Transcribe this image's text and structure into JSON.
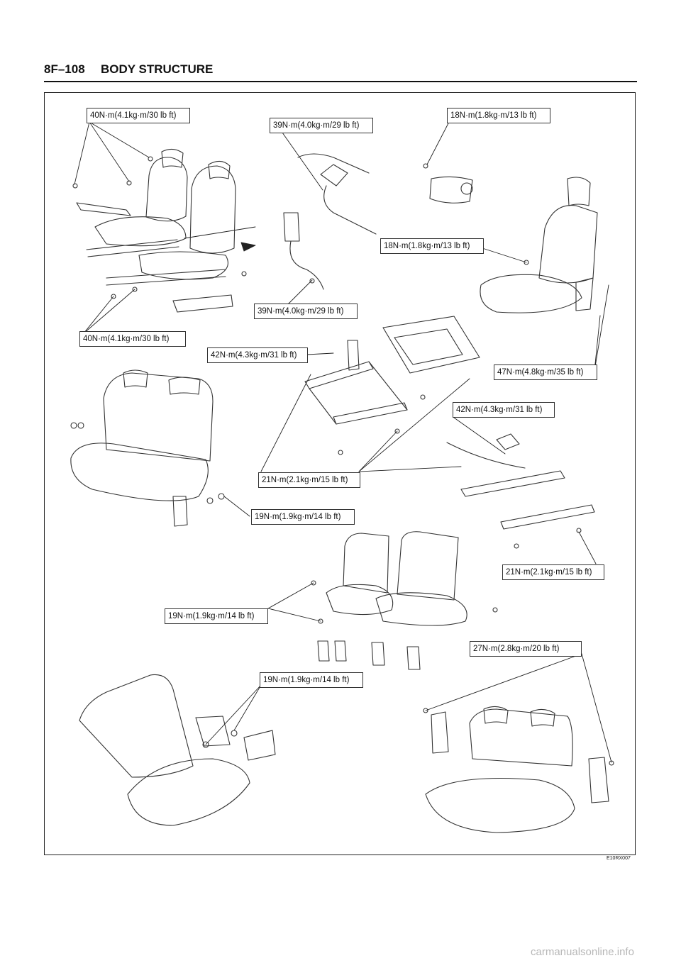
{
  "header": {
    "page_number": "8F–108",
    "section_title": "BODY STRUCTURE"
  },
  "torque_labels": [
    "40N·m(4.1kg·m/30 lb ft)",
    "39N·m(4.0kg·m/29 lb ft)",
    "18N·m(1.8kg·m/13 lb ft)",
    "18N·m(1.8kg·m/13 lb ft)",
    "39N·m(4.0kg·m/29 lb ft)",
    "40N·m(4.1kg·m/30 lb ft)",
    "42N·m(4.3kg·m/31 lb ft)",
    "47N·m(4.8kg·m/35 lb ft)",
    "42N·m(4.3kg·m/31 lb ft)",
    "21N·m(2.1kg·m/15 lb ft)",
    "19N·m(1.9kg·m/14 lb ft)",
    "21N·m(2.1kg·m/15 lb ft)",
    "19N·m(1.9kg·m/14 lb ft)",
    "27N·m(2.8kg·m/20 lb ft)",
    "19N·m(1.9kg·m/14 lb ft)"
  ],
  "figure_code": "E10RX007",
  "watermark": "carmanualsonline.info"
}
